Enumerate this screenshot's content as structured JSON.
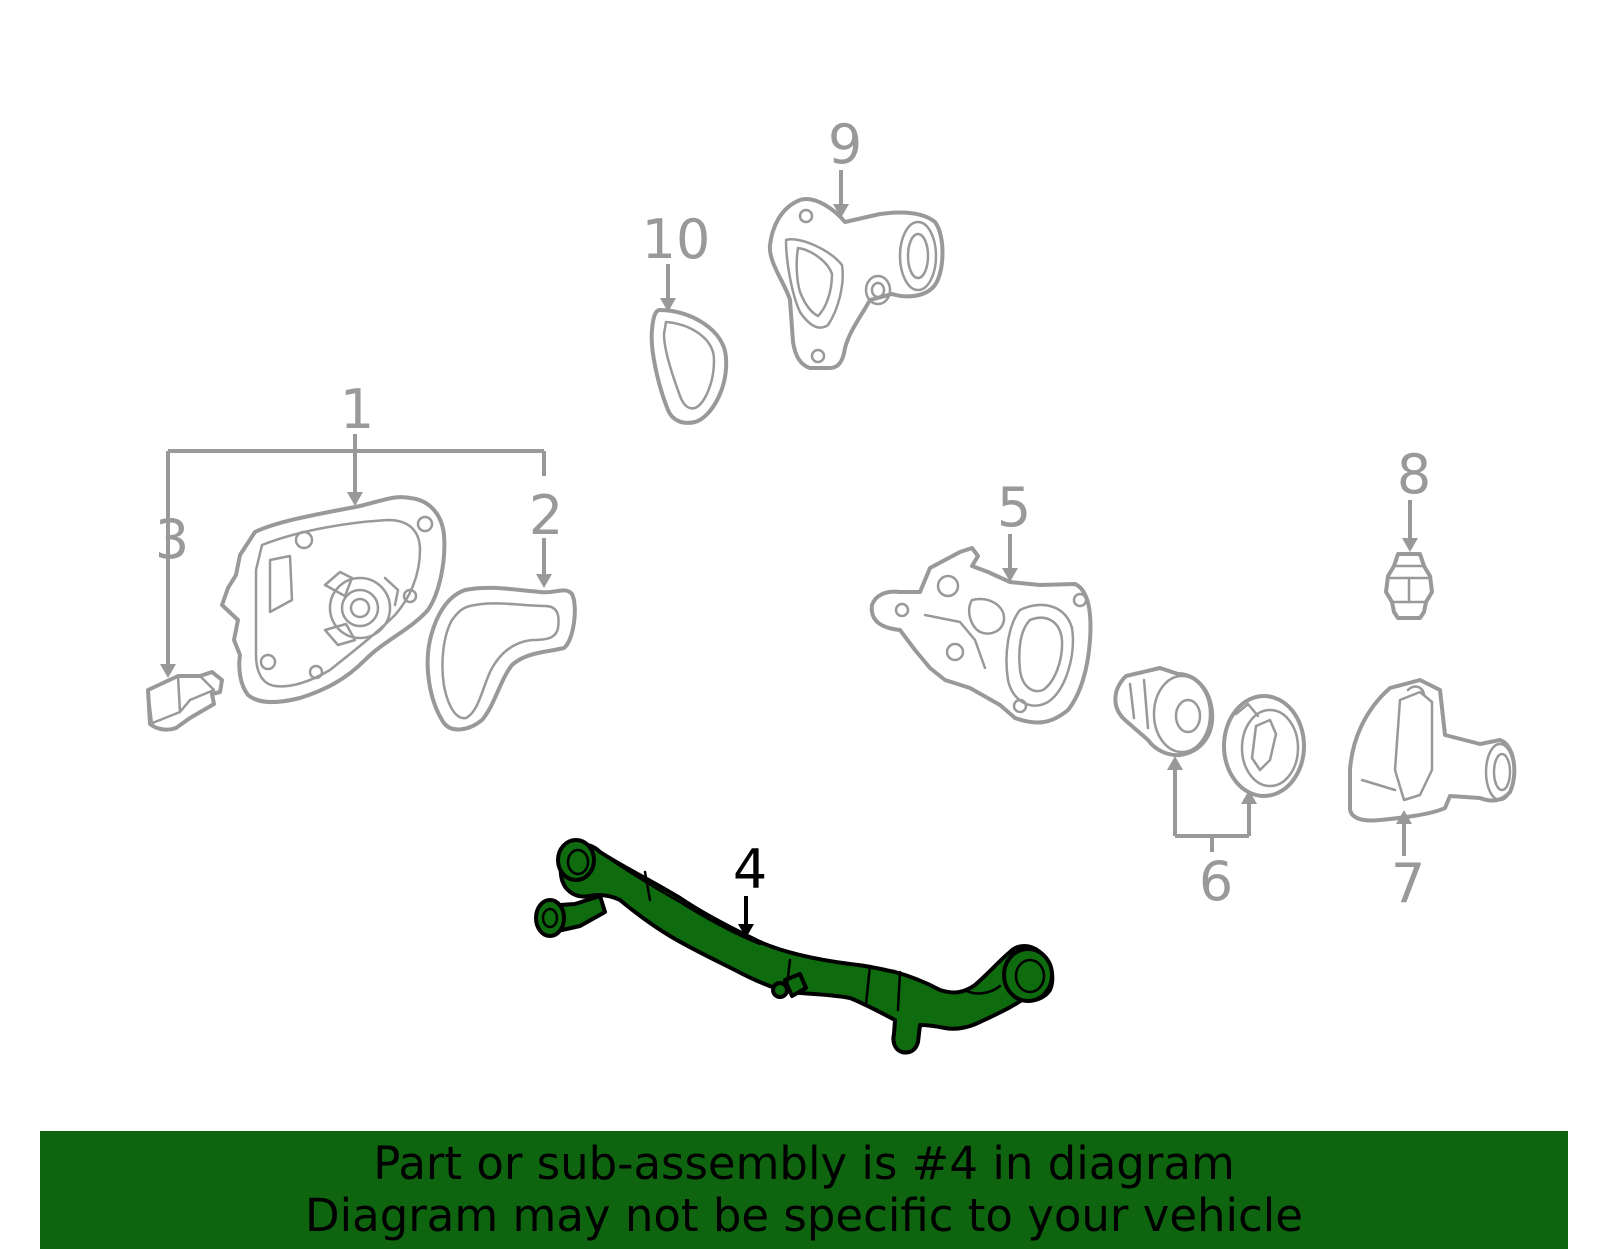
{
  "labels": {
    "p1": "1",
    "p2": "2",
    "p3": "3",
    "p4": "4",
    "p5": "5",
    "p6": "6",
    "p7": "7",
    "p8": "8",
    "p9": "9",
    "p10": "10"
  },
  "highlighted_part": "4",
  "colors": {
    "highlight_fill": "#0e6b0e",
    "banner_background": "#0f640f",
    "inactive_parts": "#999999",
    "active_callout": "#000000"
  },
  "banner": {
    "line1": "Part or sub-assembly is #4 in diagram",
    "line2": "Diagram may not be specific to your vehicle"
  }
}
